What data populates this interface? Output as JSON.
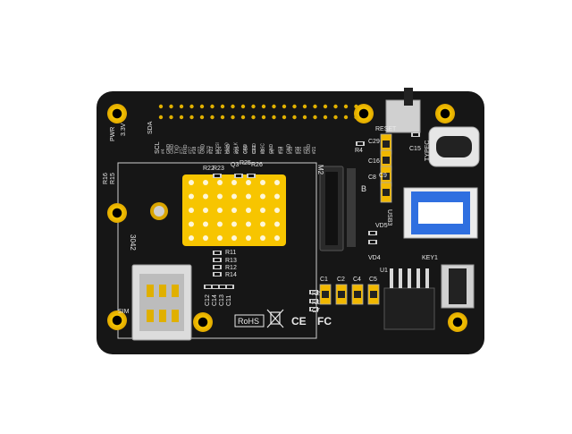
{
  "board": {
    "silkscreen": {
      "scl": "SCL",
      "sda": "SDA",
      "v33": "3.3V",
      "pwr": "PWR",
      "r15": "R15",
      "r16": "R16",
      "m2": "M2",
      "r22": "R22",
      "r23": "R23",
      "q3": "Q3",
      "r25": "R25",
      "r26": "R26",
      "r4": "R4",
      "reset": "RESET",
      "c29": "C29",
      "c16": "C16",
      "c8": "C8",
      "c9": "C9",
      "c15": "C15",
      "typec": "TYPEC",
      "usb3": "USB3",
      "vd5": "VD5",
      "vd4": "VD4",
      "key1": "KEY1",
      "b": "B",
      "r11": "R11",
      "r13": "R13",
      "r12": "R12",
      "r14": "R14",
      "c12": "C12",
      "c14": "C14",
      "c13": "C13",
      "c11": "C11",
      "sim": "SIM",
      "s3042": "3042",
      "c1": "C1",
      "c2": "C2",
      "c4": "C4",
      "c5": "C5",
      "u1": "U1",
      "r2": "R2",
      "r1": "R1",
      "c7": "C7",
      "rohs": "RoHS",
      "ce": "CE",
      "fc": "FC"
    },
    "header_pin_labels": [
      "GND",
      "TXD",
      "RXD",
      "#18",
      "GND",
      "#23",
      "#24",
      "GND",
      "#25",
      "CE0",
      "CE1",
      "IDSC",
      "GND",
      "#12",
      "GND",
      "#16",
      "#20",
      "#21"
    ],
    "header_pin_labels_row2": [
      "#4",
      "GND",
      "#17",
      "#27",
      "#22",
      "3V3",
      "MOSI",
      "MISO",
      "SCLK",
      "GND",
      "IDSD",
      "#5",
      "#6",
      "#13",
      "#19",
      "#26",
      "GND"
    ]
  }
}
